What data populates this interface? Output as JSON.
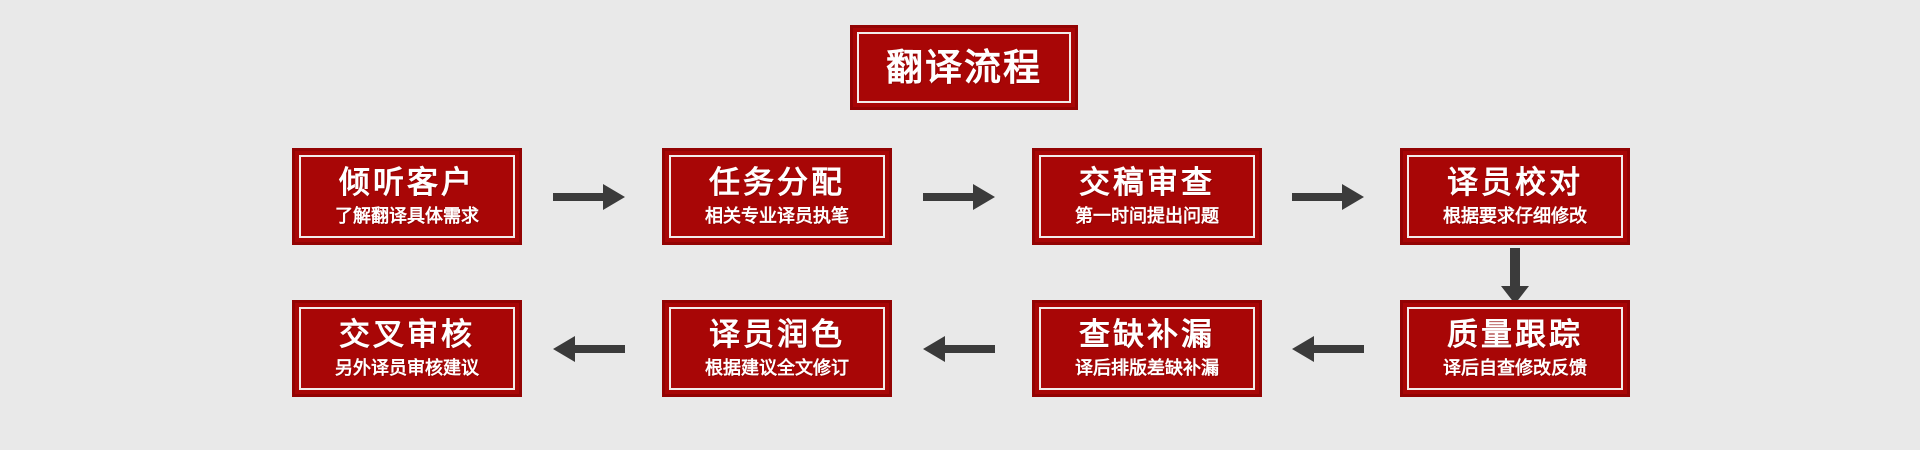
{
  "background_color": "#e9e9e9",
  "box_fill_color": "#a80606",
  "box_border_color": "#930303",
  "box_inner_frame_color": "#f2ecea",
  "text_color": "#ffffff",
  "arrow_color": "#3b3b3b",
  "header": {
    "title": "翻译流程"
  },
  "row1": {
    "steps": [
      {
        "title": "倾听客户",
        "subtitle": "了解翻译具体需求"
      },
      {
        "title": "任务分配",
        "subtitle": "相关专业译员执笔"
      },
      {
        "title": "交稿审查",
        "subtitle": "第一时间提出问题"
      },
      {
        "title": "译员校对",
        "subtitle": "根据要求仔细修改"
      }
    ]
  },
  "row2": {
    "steps": [
      {
        "title": "质量跟踪",
        "subtitle": "译后自查修改反馈"
      },
      {
        "title": "查缺补漏",
        "subtitle": "译后排版差缺补漏"
      },
      {
        "title": "译员润色",
        "subtitle": "根据建议全文修订"
      },
      {
        "title": "交叉审核",
        "subtitle": "另外译员审核建议"
      }
    ]
  },
  "connectors": {
    "row1_arrow_direction": "right",
    "row2_arrow_direction": "left",
    "vertical_arrow_direction": "down"
  }
}
